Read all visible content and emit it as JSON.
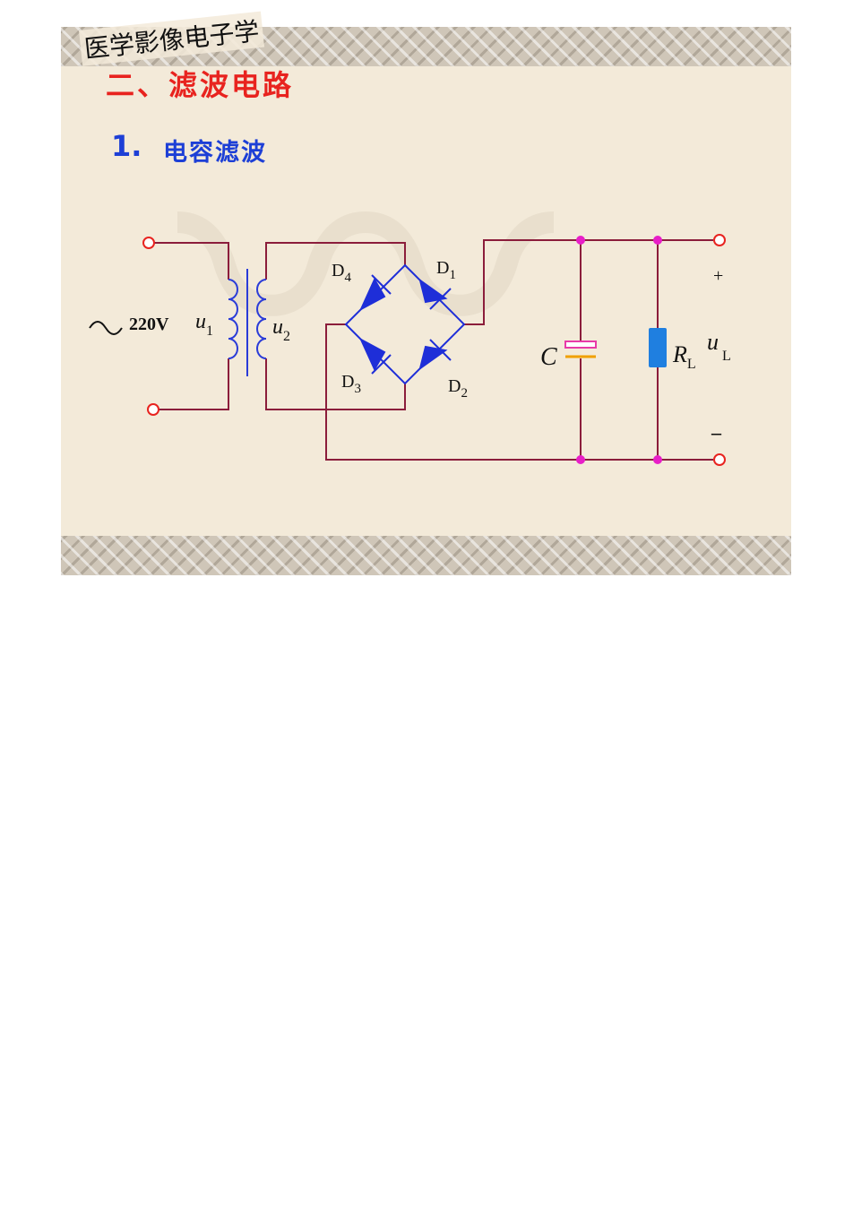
{
  "course_title": "医学影像电子学",
  "section_title": "二、滤波电路",
  "subsection": {
    "number": "1.",
    "title": "电容滤波"
  },
  "diagram": {
    "source_label": "220V",
    "primary_voltage": {
      "symbol": "u",
      "sub": "1"
    },
    "secondary_voltage": {
      "symbol": "u",
      "sub": "2"
    },
    "diodes": [
      {
        "letter": "D",
        "sub": "4"
      },
      {
        "letter": "D",
        "sub": "1"
      },
      {
        "letter": "D",
        "sub": "3"
      },
      {
        "letter": "D",
        "sub": "2"
      }
    ],
    "capacitor_label": "C",
    "resistor": {
      "letter": "R",
      "sub": "L"
    },
    "output_voltage": {
      "symbol": "u",
      "sub": "L"
    },
    "plus_sign": "+",
    "minus_sign": "–",
    "colors": {
      "wire": "#8b1d3b",
      "diode": "#1e2ed8",
      "transformer": "#2a3bd8",
      "terminal": "#e8231f",
      "node": "#e81ec8",
      "resistor": "#1f7fe0",
      "capacitor_top": "#e83aa8",
      "capacitor_bottom": "#f0a000"
    }
  }
}
